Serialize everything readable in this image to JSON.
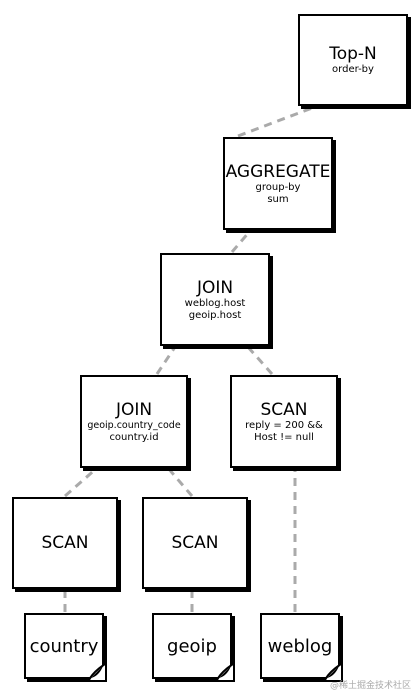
{
  "nodes": {
    "topn": {
      "title": "Top-N",
      "lines": [
        "order-by"
      ]
    },
    "aggregate": {
      "title": "AGGREGATE",
      "lines": [
        "group-by",
        "sum"
      ]
    },
    "join1": {
      "title": "JOIN",
      "lines": [
        "weblog.host",
        "geoip.host"
      ]
    },
    "join2": {
      "title": "JOIN",
      "lines": [
        "geoip.country_code",
        "country.id"
      ]
    },
    "scan_weblog": {
      "title": "SCAN",
      "lines": [
        "reply = 200 &&",
        "Host != null"
      ]
    },
    "scan_country": {
      "title": "SCAN"
    },
    "scan_geoip": {
      "title": "SCAN"
    }
  },
  "sources": {
    "country": "country",
    "geoip": "geoip",
    "weblog": "weblog"
  },
  "watermark": "@稀土掘金技术社区",
  "colors": {
    "border": "#000000",
    "edge": "#aaaaaa",
    "background": "#ffffff"
  }
}
